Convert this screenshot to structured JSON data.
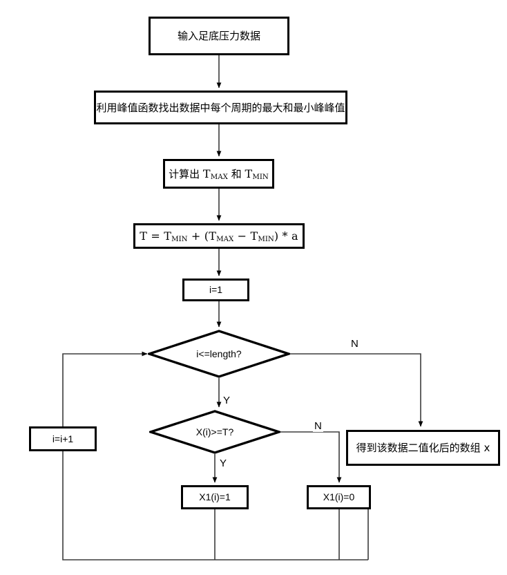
{
  "diagram": {
    "type": "flowchart",
    "title": "",
    "language": "zh-CN",
    "colors": {
      "background": "#ffffff",
      "stroke": "#000000",
      "connector": "#3b3b3b",
      "text": "#000000"
    },
    "nodes": [
      {
        "id": "input-data",
        "shape": "process",
        "label": "输入足底压力数据"
      },
      {
        "id": "find-peaks",
        "shape": "process",
        "label": "利用峰值函数找出数据中每个周期的最大和最小峰峰值"
      },
      {
        "id": "compute-tmax-tmin",
        "shape": "process",
        "label_prefix": "计算出 ",
        "label_t1": "T",
        "label_sub1": "MAX",
        "label_mid": " 和 ",
        "label_t2": "T",
        "label_sub2": "MIN"
      },
      {
        "id": "threshold-formula",
        "shape": "process",
        "f_t": "T = T",
        "f_sub1": "MIN",
        "f_plus": " + (T",
        "f_sub2": "MAX",
        "f_minus": " − T",
        "f_sub3": "MIN",
        "f_tail": ") * a"
      },
      {
        "id": "init-i",
        "shape": "process",
        "label": "i=1"
      },
      {
        "id": "loop-condition",
        "shape": "decision",
        "label": "i<=length?"
      },
      {
        "id": "compare-threshold",
        "shape": "decision",
        "label": "X(i)>=T?"
      },
      {
        "id": "increment-i",
        "shape": "process",
        "label": "i=i+1"
      },
      {
        "id": "set-one",
        "shape": "process",
        "label": "X1(i)=1"
      },
      {
        "id": "set-zero",
        "shape": "process",
        "label": "X1(i)=0"
      },
      {
        "id": "output-array",
        "shape": "process",
        "label": "得到该数据二值化后的数组 x"
      }
    ],
    "edge_labels": {
      "loop_no": "N",
      "loop_yes": "Y",
      "compare_yes": "Y",
      "compare_no": "N"
    }
  }
}
